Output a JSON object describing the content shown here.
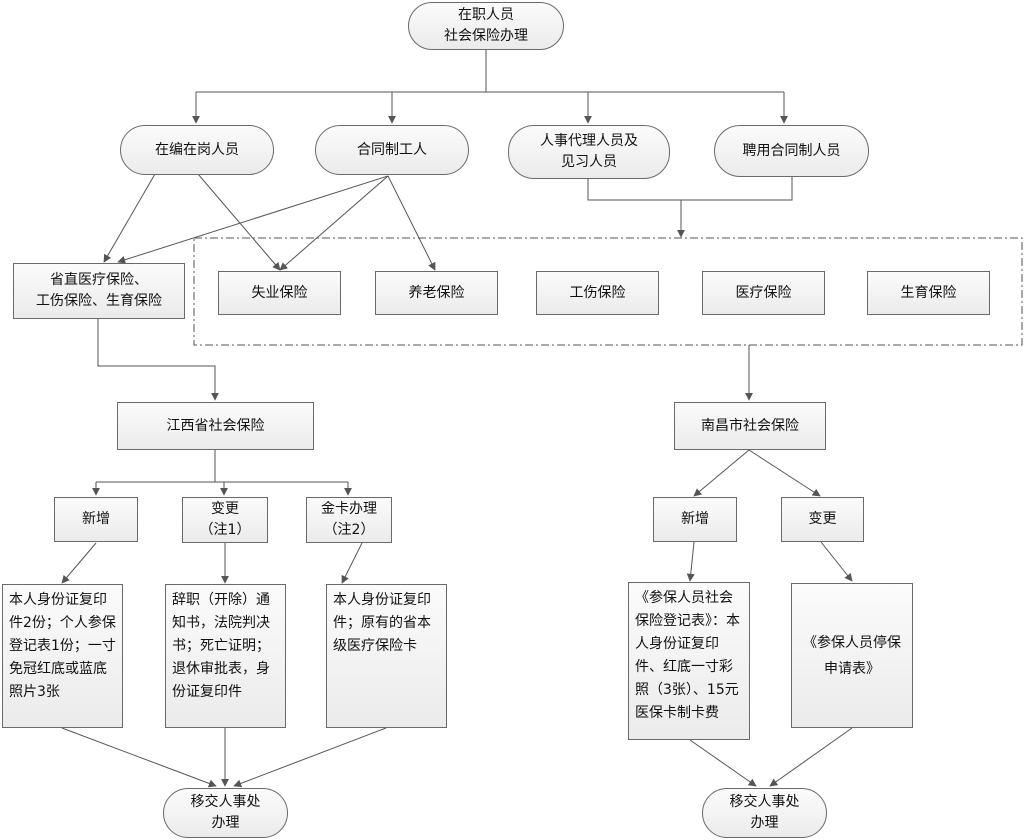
{
  "nodes": {
    "root": "在职人员\n社会保险办理",
    "cat_bianzhi": "在编在岗人员",
    "cat_hetong": "合同制工人",
    "cat_renshi": "人事代理人员及\n见习人员",
    "cat_pinyong": "聘用合同制人员",
    "prov_insurance": "省直医疗保险、\n工伤保险、生育保险",
    "ins_shiye": "失业保险",
    "ins_yanglao": "养老保险",
    "ins_gongshang": "工伤保险",
    "ins_yiliao": "医疗保险",
    "ins_shengyu": "生育保险",
    "jx_social": "江西省社会保险",
    "nc_social": "南昌市社会保险",
    "jx_add": "新增",
    "jx_change": "变更\n（注1）",
    "jx_goldcard": "金卡办理\n（注2）",
    "nc_add": "新增",
    "nc_change": "变更",
    "doc_jx_add": "本人身份证复印件2份；个人参保登记表1份；一寸免冠红底或蓝底照片3张",
    "doc_jx_change": "辞职（开除）通知书，法院判决书；死亡证明；退休审批表，身份证复印件",
    "doc_jx_goldcard": "本人身份证复印件；原有的省本级医疗保险卡",
    "doc_nc_add": "《参保人员社会保险登记表》：本人身份证复印件、红底一寸彩照（3张）、15元医保卡制卡费",
    "doc_nc_change": "《参保人员停保申请表》",
    "handoff_left": "移交人事处\n办理",
    "handoff_right": "移交人事处\n办理"
  },
  "colors": {
    "line": "#555555",
    "border": "#6a6a6a"
  }
}
